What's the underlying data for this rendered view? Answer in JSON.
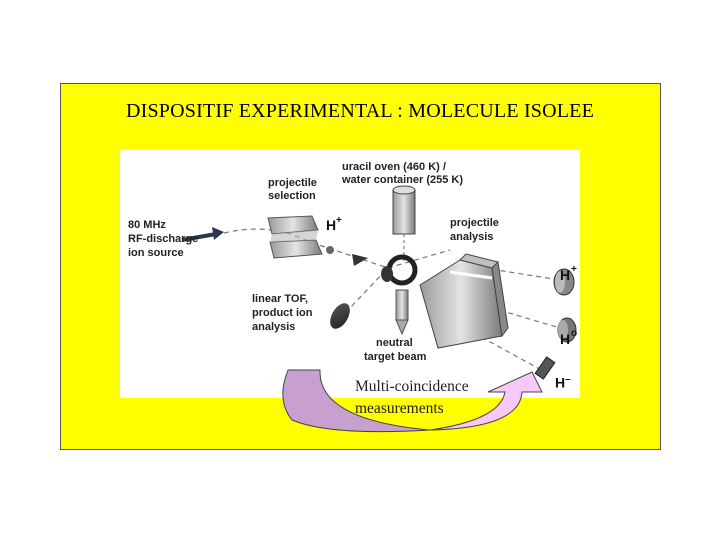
{
  "slide": {
    "title": "DISPOSITIF EXPERIMENTAL : MOLECULE ISOLEE",
    "caption_line1": "Multi-coincidence",
    "caption_line2": "measurements"
  },
  "figure": {
    "labels": {
      "oven_line1": "uracil oven (460 K) /",
      "oven_line2": "water container (255 K)",
      "proj_sel_line1": "projectile",
      "proj_sel_line2": "selection",
      "source_line1": "80 MHz",
      "source_line2": "RF-discharge",
      "source_line3": "ion source",
      "proj_an_line1": "projectile",
      "proj_an_line2": "analysis",
      "tof_line1": "linear TOF,",
      "tof_line2": "product ion",
      "tof_line3": "analysis",
      "neutral_line1": "neutral",
      "neutral_line2": "target beam",
      "beam_hplus_base": "H",
      "beam_hplus_sup": "+",
      "hplus_base": "H",
      "hplus_sup": "+",
      "hzero_base": "H",
      "hzero_sup": "o",
      "hminus_base": "H",
      "hminus_sup": "–"
    }
  },
  "colors": {
    "panel": "#ffff00",
    "arrow_left": "#c8a0d0",
    "arrow_right": "#f8c8f8"
  }
}
